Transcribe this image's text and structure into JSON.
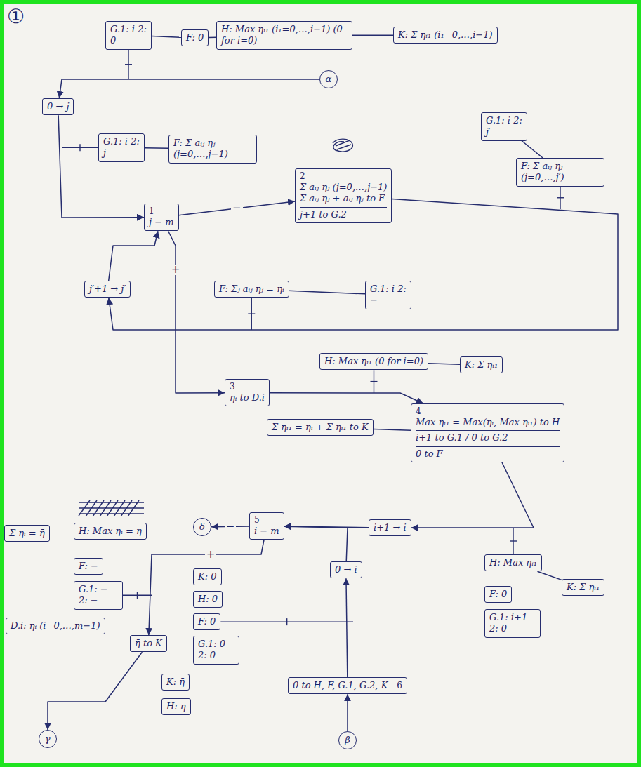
{
  "diagram": {
    "nodes": [
      {
        "text": [
          "G.1: i 2: 0"
        ]
      },
      {
        "text": [
          "F: 0"
        ]
      },
      {
        "text": [
          "H: Max ηᵢ₁ (i₁=0,…,i−1) (0 for i=0)"
        ]
      },
      {
        "text": [
          "K: Σ ηᵢ₁ (i₁=0,…,i−1)"
        ]
      },
      {
        "text": [
          "α"
        ]
      },
      {
        "text": [
          "0 → j"
        ]
      },
      {
        "text": [
          "G.1: i 2: j"
        ]
      },
      {
        "text": [
          "F: Σ aᵢⱼ ηⱼ (j=0,…,j−1)"
        ]
      },
      {
        "text": [
          "1",
          "j − m"
        ]
      },
      {
        "text": [
          "2",
          "Σ aᵢⱼ ηⱼ (j=0,…,j−1)",
          "Σ aᵢⱼ ηⱼ + aᵢⱼ ηⱼ to F",
          "j+1 to G.2"
        ]
      },
      {
        "text": [
          "G.1: i 2: j′"
        ]
      },
      {
        "text": [
          "F: Σ aᵢⱼ ηⱼ (j=0,…,j′)"
        ]
      },
      {
        "text": [
          "j′+1 → j′"
        ]
      },
      {
        "text": [
          "F: Σⱼ aᵢⱼ ηⱼ = ηᵢ"
        ]
      },
      {
        "text": [
          "G.1: i 2: −"
        ]
      },
      {
        "text": [
          "3",
          "ηᵢ to D.i"
        ]
      },
      {
        "text": [
          "H: Max ηᵢ₁ (0 for i=0)"
        ]
      },
      {
        "text": [
          "K: Σ ηᵢ₁"
        ]
      },
      {
        "text": [
          "4",
          "Max ηᵢ₁ = Max(ηᵢ, Max ηᵢ₁) to H",
          "i+1 to G.1 / 0 to G.2",
          "0 to F"
        ]
      },
      {
        "text": [
          "Σ ηᵢ₁ = ηᵢ + Σ ηᵢ₁ to K"
        ]
      },
      {
        "text": [
          "i+1 → i"
        ]
      },
      {
        "text": [
          "5",
          "i − m"
        ]
      },
      {
        "text": [
          "0 → i"
        ]
      },
      {
        "text": [
          "H: Max ηᵢ₁"
        ]
      },
      {
        "text": [
          "F: 0"
        ]
      },
      {
        "text": [
          "G.1: i+1 2: 0"
        ]
      },
      {
        "text": [
          "K: Σ ηᵢ₁"
        ]
      },
      {
        "text": [
          "K: 0"
        ]
      },
      {
        "text": [
          "H: 0"
        ]
      },
      {
        "text": [
          "F: 0"
        ]
      },
      {
        "text": [
          "G.1: 0 2: 0"
        ]
      },
      {
        "text": [
          "0 to H, F, G.1, G.2, K",
          "6"
        ]
      },
      {
        "text": [
          "β"
        ]
      },
      {
        "text": [
          "H: Max ηᵢ = η"
        ]
      },
      {
        "text": [
          "F: −"
        ]
      },
      {
        "text": [
          "G.1: − 2: −"
        ]
      },
      {
        "text": [
          "η̄ to K"
        ]
      },
      {
        "text": [
          "K: η̄"
        ]
      },
      {
        "text": [
          "H: η"
        ]
      },
      {
        "text": [
          "D.i: ηᵢ (i=0,…,m−1)"
        ]
      },
      {
        "text": [
          "γ"
        ]
      },
      {
        "text": [
          "δ"
        ]
      },
      {
        "text": [
          "Σ ηᵢ = η̄"
        ]
      }
    ],
    "edges": [
      {
        "from": 0,
        "to": 1,
        "arrow": "none"
      },
      {
        "from": 1,
        "to": 2,
        "arrow": "none"
      },
      {
        "from": 2,
        "to": 3,
        "arrow": "none"
      },
      {
        "from": 4,
        "to": 5,
        "arrow": "to"
      },
      {
        "from": 5,
        "to": 8,
        "arrow": "to"
      },
      {
        "from": 8,
        "to": 9,
        "arrow": "to",
        "label": "−"
      },
      {
        "from": 8,
        "to": 15,
        "arrow": "to",
        "label": "+"
      },
      {
        "from": 9,
        "to": 12,
        "arrow": "to"
      },
      {
        "from": 12,
        "to": 8,
        "arrow": "to"
      },
      {
        "from": 6,
        "to": 7,
        "arrow": "none"
      },
      {
        "from": 10,
        "to": 11,
        "arrow": "none"
      },
      {
        "from": 13,
        "to": 14,
        "arrow": "none"
      },
      {
        "from": 15,
        "to": 18,
        "arrow": "to"
      },
      {
        "from": 19,
        "to": 18,
        "arrow": "none"
      },
      {
        "from": 16,
        "to": 17,
        "arrow": "none"
      },
      {
        "from": 18,
        "to": 20,
        "arrow": "to"
      },
      {
        "from": 20,
        "to": 21,
        "arrow": "to"
      },
      {
        "from": 22,
        "to": 21,
        "arrow": "to"
      },
      {
        "from": 31,
        "to": 22,
        "arrow": "to"
      },
      {
        "from": 32,
        "to": 31,
        "arrow": "to"
      },
      {
        "from": 21,
        "to": 41,
        "arrow": "to",
        "label": "−"
      },
      {
        "from": 21,
        "to": 36,
        "arrow": "to",
        "label": "+"
      },
      {
        "from": 36,
        "to": 40,
        "arrow": "to"
      },
      {
        "from": 23,
        "to": 26,
        "arrow": "none"
      }
    ],
    "labels": [
      "①"
    ]
  }
}
